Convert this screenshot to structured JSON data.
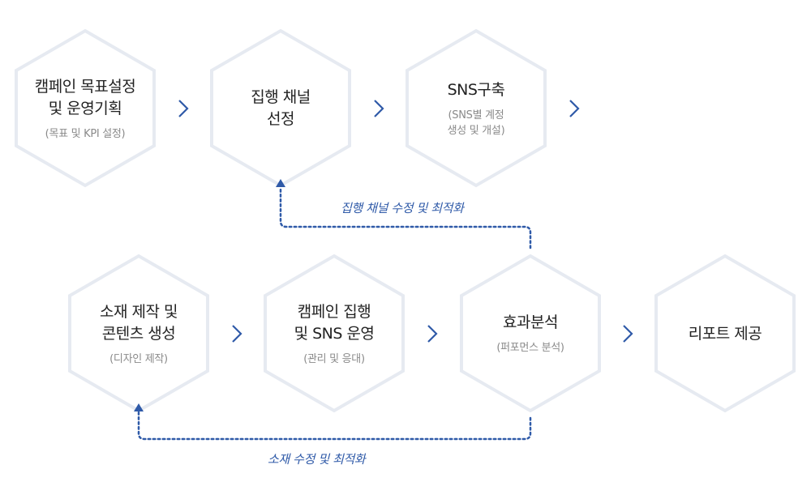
{
  "colors": {
    "hex_border": "#e6eaf1",
    "hex_fill": "#ffffff",
    "chevron": "#2f5aa8",
    "loop": "#2f5aa8",
    "title_text": "#222222",
    "sub_text": "#8a8a8a"
  },
  "row1": [
    {
      "title_1": "캠페인 목표설정",
      "title_2": "및 운영기획",
      "sub_1": "(목표 및 KPI 설정)",
      "sub_2": ""
    },
    {
      "title_1": "집행 채널",
      "title_2": "선정",
      "sub_1": "",
      "sub_2": ""
    },
    {
      "title_1": "SNS구축",
      "title_2": "",
      "sub_1": "(SNS별 계정",
      "sub_2": "생성 및 개설)"
    }
  ],
  "row2": [
    {
      "title_1": "소재 제작 및",
      "title_2": "콘텐츠 생성",
      "sub_1": "(디자인 제작)",
      "sub_2": ""
    },
    {
      "title_1": "캠페인 집행",
      "title_2": "및 SNS 운영",
      "sub_1": "(관리 및 응대)",
      "sub_2": ""
    },
    {
      "title_1": "효과분석",
      "title_2": "",
      "sub_1": "(퍼포먼스 분석)",
      "sub_2": ""
    },
    {
      "title_1": "리포트 제공",
      "title_2": "",
      "sub_1": "",
      "sub_2": ""
    }
  ],
  "loops": {
    "top_label": "집행 채널 수정 및 최적화",
    "bottom_label": "소재 수정 및 최적화"
  },
  "icons": {
    "arrow": "chevron-right-icon",
    "loop_head": "arrow-up-icon"
  }
}
